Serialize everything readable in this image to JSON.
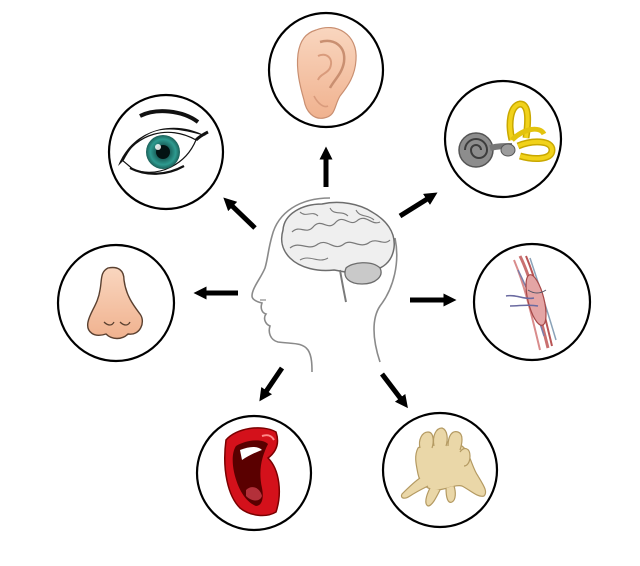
{
  "diagram": {
    "center": {
      "icon": "head-with-brain-icon"
    },
    "senses": [
      {
        "id": "hearing",
        "icon": "ear-icon"
      },
      {
        "id": "balance",
        "icon": "inner-ear-icon"
      },
      {
        "id": "proprioception",
        "icon": "muscle-spindle-icon"
      },
      {
        "id": "touch",
        "icon": "hand-icon"
      },
      {
        "id": "taste",
        "icon": "mouth-icon"
      },
      {
        "id": "smell",
        "icon": "nose-icon"
      },
      {
        "id": "sight",
        "icon": "eye-icon"
      }
    ],
    "colors": {
      "circle_stroke": "#000000",
      "arrow": "#000000",
      "brain": "#b8b8b8",
      "eye_iris": "#2e9b90",
      "skin": "#f6c7a8",
      "lips": "#d4111b"
    }
  }
}
